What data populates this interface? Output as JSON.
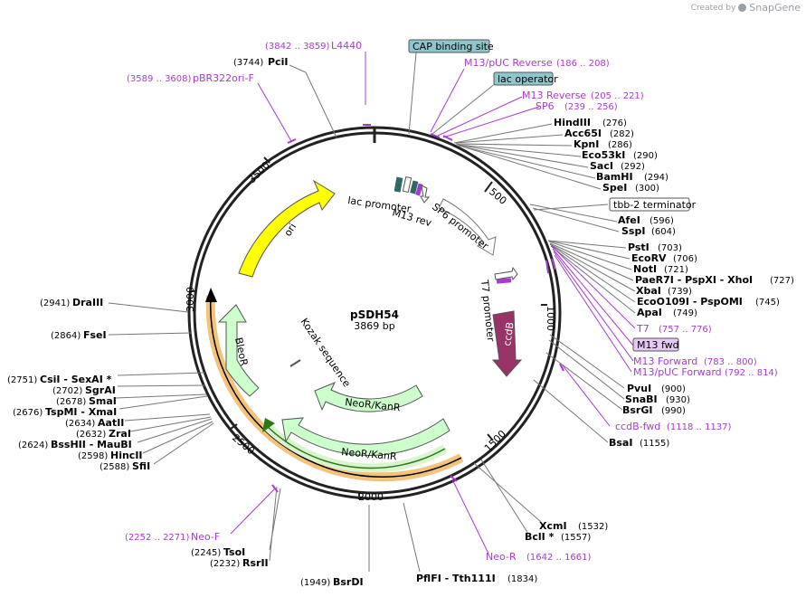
{
  "watermark": {
    "created_by": "Created by",
    "brand": "SnapGene"
  },
  "plasmid": {
    "name": "pSDH54",
    "length": "3869 bp"
  },
  "ticks": [
    "500",
    "1000",
    "1500",
    "2000",
    "2500",
    "3000",
    "3500"
  ],
  "sites": {
    "pcil": {
      "name": "PciI",
      "pos": "(3744)"
    },
    "hindiii": {
      "name": "HindIII",
      "pos": "(276)"
    },
    "acc65i": {
      "name": "Acc65I",
      "pos": "(282)"
    },
    "kpni": {
      "name": "KpnI",
      "pos": "(286)"
    },
    "eco53ki": {
      "name": "Eco53kI",
      "pos": "(290)"
    },
    "saci": {
      "name": "SacI",
      "pos": "(292)"
    },
    "bamhi": {
      "name": "BamHI",
      "pos": "(294)"
    },
    "spei": {
      "name": "SpeI",
      "pos": "(300)"
    },
    "afei": {
      "name": "AfeI",
      "pos": "(596)"
    },
    "sspi": {
      "name": "SspI",
      "pos": "(604)"
    },
    "psti": {
      "name": "PstI",
      "pos": "(703)"
    },
    "ecorv": {
      "name": "EcoRV",
      "pos": "(706)"
    },
    "noti": {
      "name": "NotI",
      "pos": "(721)"
    },
    "paer7i": {
      "name": "PaeR7I - PspXI - XhoI",
      "pos": "(727)"
    },
    "xbai": {
      "name": "XbaI",
      "pos": "(739)"
    },
    "eco0109i": {
      "name": "EcoO109I - PspOMI",
      "pos": "(745)"
    },
    "apai": {
      "name": "ApaI",
      "pos": "(749)"
    },
    "pvui": {
      "name": "PvuI",
      "pos": "(900)"
    },
    "snabi": {
      "name": "SnaBI",
      "pos": "(930)"
    },
    "bsrgi": {
      "name": "BsrGI",
      "pos": "(990)"
    },
    "bsai": {
      "name": "BsaI",
      "pos": "(1155)"
    },
    "xcmi": {
      "name": "XcmI",
      "pos": "(1532)"
    },
    "bcli": {
      "name": "BclI *",
      "pos": "(1557)"
    },
    "pflfi": {
      "name": "PflFI - Tth111I",
      "pos": "(1834)"
    },
    "bsrdi": {
      "name": "BsrDI",
      "pos": "(1949)"
    },
    "rsrii": {
      "name": "RsrII",
      "pos": "(2232)"
    },
    "tsoi": {
      "name": "TsoI",
      "pos": "(2245)"
    },
    "sfii": {
      "name": "SfiI",
      "pos": "(2588)"
    },
    "hincii": {
      "name": "HincII",
      "pos": "(2598)"
    },
    "bsshii": {
      "name": "BssHII - MauBI",
      "pos": "(2624)"
    },
    "zrai": {
      "name": "ZraI",
      "pos": "(2632)"
    },
    "aatii": {
      "name": "AatII",
      "pos": "(2634)"
    },
    "tspmi": {
      "name": "TspMI - XmaI",
      "pos": "(2676)"
    },
    "smai": {
      "name": "SmaI",
      "pos": "(2678)"
    },
    "sgrai": {
      "name": "SgrAI",
      "pos": "(2702)"
    },
    "csii": {
      "name": "CsiI - SexAI *",
      "pos": "(2751)"
    },
    "fsei": {
      "name": "FseI",
      "pos": "(2864)"
    },
    "draiii": {
      "name": "DraIII",
      "pos": "(2941)"
    }
  },
  "primers": {
    "l4440": {
      "name": "L4440",
      "range": "(3842 .. 3859)"
    },
    "pbr322": {
      "name": "pBR322ori-F",
      "range": "(3589 .. 3608)"
    },
    "m13puc_rev": {
      "name": "M13/pUC Reverse",
      "range": "(186 .. 208)"
    },
    "m13_rev": {
      "name": "M13 Reverse",
      "range": "(205 .. 221)"
    },
    "sp6": {
      "name": "SP6",
      "range": "(239 .. 256)"
    },
    "t7": {
      "name": "T7",
      "range": "(757 .. 776)"
    },
    "m13_fwd": {
      "name": "M13 fwd",
      "range": ""
    },
    "m13_forward": {
      "name": "M13 Forward",
      "range": "(783 .. 800)"
    },
    "m13puc_fwd": {
      "name": "M13/pUC Forward",
      "range": "(792 .. 814)"
    },
    "ccdb_fwd": {
      "name": "ccdB-fwd",
      "range": "(1118 .. 1137)"
    },
    "neo_r": {
      "name": "Neo-R",
      "range": "(1642 .. 1661)"
    },
    "neo_f": {
      "name": "Neo-F",
      "range": "(2252 .. 2271)"
    }
  },
  "boxed_features": {
    "cap": "CAP binding site",
    "lac_operator": "lac operator",
    "tbb2": "tbb-2 terminator"
  },
  "features": {
    "lac_promoter": "lac promoter",
    "m13_rev": "M13 rev",
    "sp6_promoter": "SP6 promoter",
    "t7_promoter": "T7 promoter",
    "ccdb": "ccdB",
    "ori": "ori",
    "bleor": "BleoR",
    "kozak": "Kozak sequence",
    "neokan1": "NeoR/KanR",
    "neokan2": "NeoR/KanR"
  },
  "colors": {
    "primer": "#a63bd1",
    "ori": "#ffff00",
    "ccdb": "#993366",
    "neo": "#ccffcc",
    "cap": "#8fc6cc",
    "orf": "#f5a623"
  }
}
